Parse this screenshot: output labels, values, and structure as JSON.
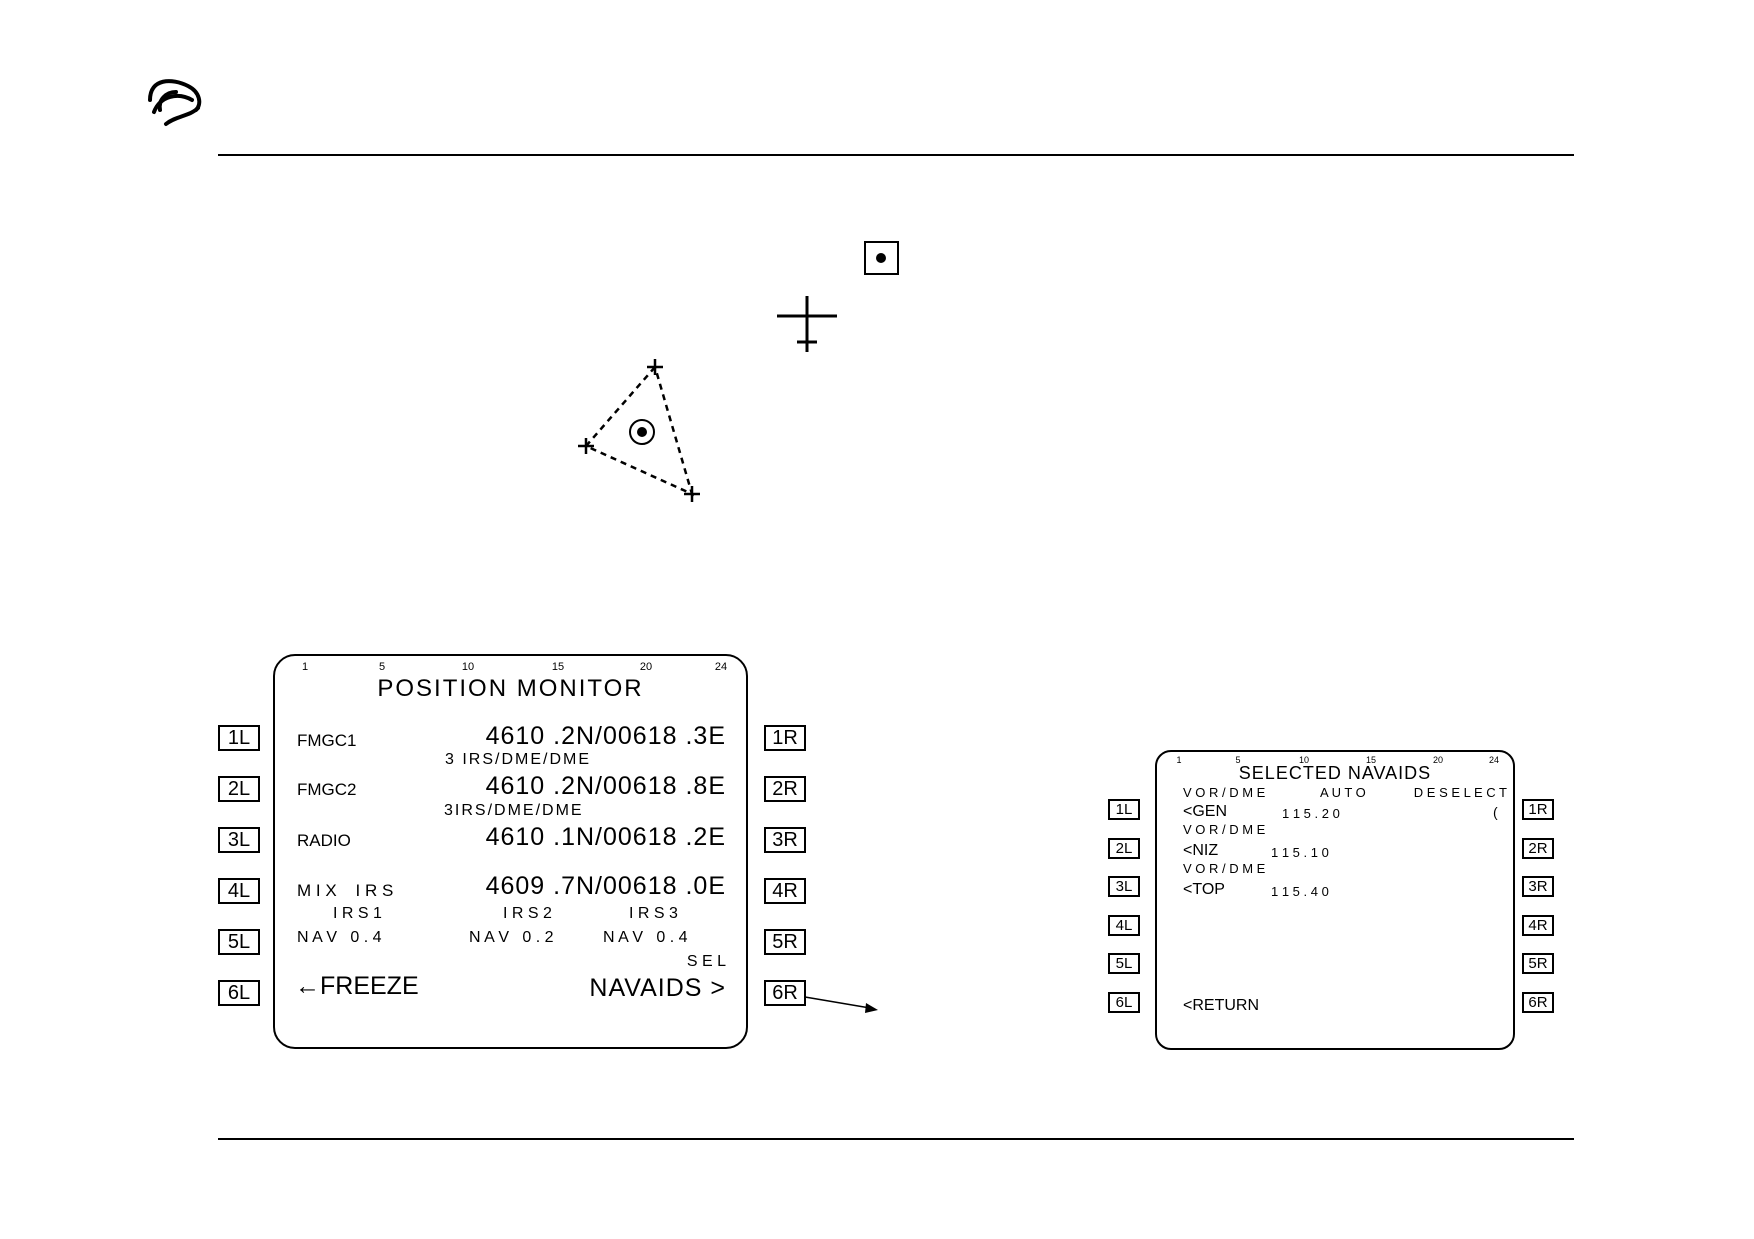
{
  "position_monitor": {
    "column_numbers": [
      "1",
      "5",
      "10",
      "15",
      "20",
      "24"
    ],
    "title": "POSITION MONITOR",
    "lines": {
      "fmgc1_label": "FMGC1",
      "fmgc1_position": "4610 .2N/00618 .3E",
      "fmgc1_mode": "3 IRS/DME/DME",
      "fmgc2_label": "FMGC2",
      "fmgc2_position": "4610 .2N/00618 .8E",
      "fmgc2_mode": "3IRS/DME/DME",
      "radio_label": "RADIO",
      "radio_position": "4610 .1N/00618 .2E",
      "mix_irs_label": "M I X    I R S",
      "mix_irs_position": "4609 .7N/00618 .0E",
      "irs1_label": "I R S 1",
      "irs2_label": "I R S 2",
      "irs3_label": "I R S 3",
      "irs1_nav": "N A V   0 . 4",
      "irs2_nav": "N A V   0 . 2",
      "irs3_nav": "N A V   0 . 4",
      "sel_label": "S E L",
      "freeze_prompt": "FREEZE",
      "navaids_prompt": "NAVAIDS >"
    },
    "left_keys": [
      "1L",
      "2L",
      "3L",
      "4L",
      "5L",
      "6L"
    ],
    "right_keys": [
      "1R",
      "2R",
      "3R",
      "4R",
      "5R",
      "6R"
    ]
  },
  "selected_navaids": {
    "column_numbers": [
      "1",
      "5",
      "10",
      "15",
      "20",
      "24"
    ],
    "title": "SELECTED NAVAIDS",
    "header_type": "V O R / D M E",
    "header_auto": "A U T O",
    "header_deselect": "D E S E L E C T",
    "rows": [
      {
        "ident": "<GEN",
        "freq": "1 1 5 . 2 0"
      },
      {
        "type": "V O R / D M E",
        "ident": "<NIZ",
        "freq": "1 1 5 . 1 0"
      },
      {
        "type": "V O R / D M E",
        "ident": "<TOP",
        "freq": "1 1 5 . 4 0"
      }
    ],
    "deselect_marker": "(",
    "return_prompt": "<RETURN",
    "left_keys": [
      "1L",
      "2L",
      "3L",
      "4L",
      "5L",
      "6L"
    ],
    "right_keys": [
      "1R",
      "2R",
      "3R",
      "4R",
      "5R",
      "6R"
    ]
  }
}
